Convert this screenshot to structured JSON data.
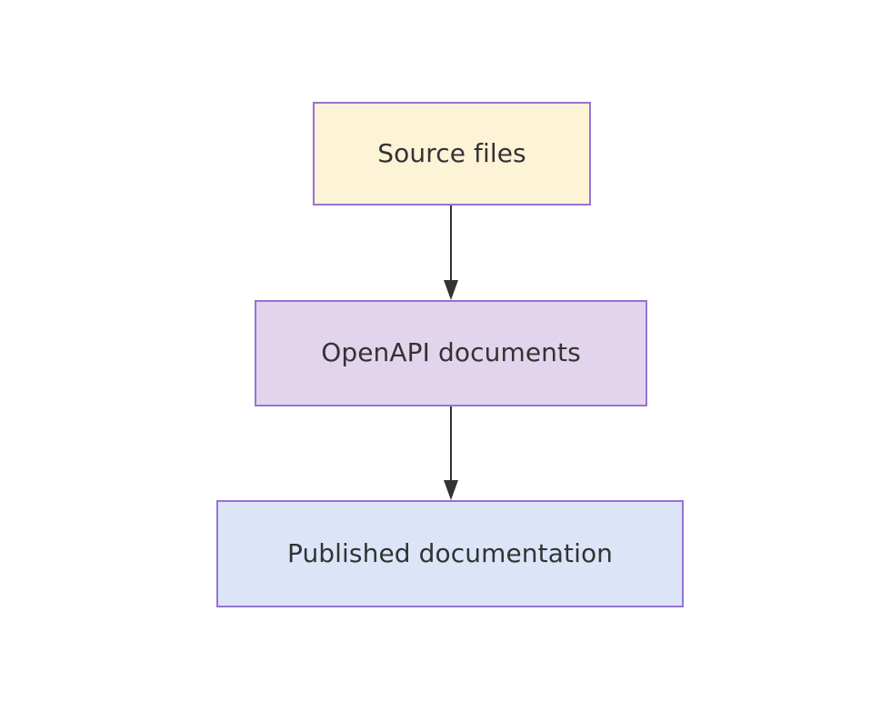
{
  "diagram": {
    "type": "flowchart",
    "direction": "top-down",
    "background_color": "#ffffff",
    "nodes": [
      {
        "id": "source",
        "label": "Source files",
        "fill_color": "#fdf3d7",
        "border_color": "#9673d3",
        "text_color": "#333333"
      },
      {
        "id": "openapi",
        "label": "OpenAPI documents",
        "fill_color": "#e2d4ec",
        "border_color": "#9673d3",
        "text_color": "#333333"
      },
      {
        "id": "published",
        "label": "Published documentation",
        "fill_color": "#dce5f8",
        "border_color": "#9673d3",
        "text_color": "#333333"
      }
    ],
    "edges": [
      {
        "id": "source-to-openapi",
        "from": "source",
        "to": "openapi",
        "label": "",
        "color": "#333333",
        "arrowhead": "filled-triangle"
      },
      {
        "id": "openapi-to-published",
        "from": "openapi",
        "to": "published",
        "label": "",
        "color": "#333333",
        "arrowhead": "filled-triangle"
      }
    ]
  }
}
